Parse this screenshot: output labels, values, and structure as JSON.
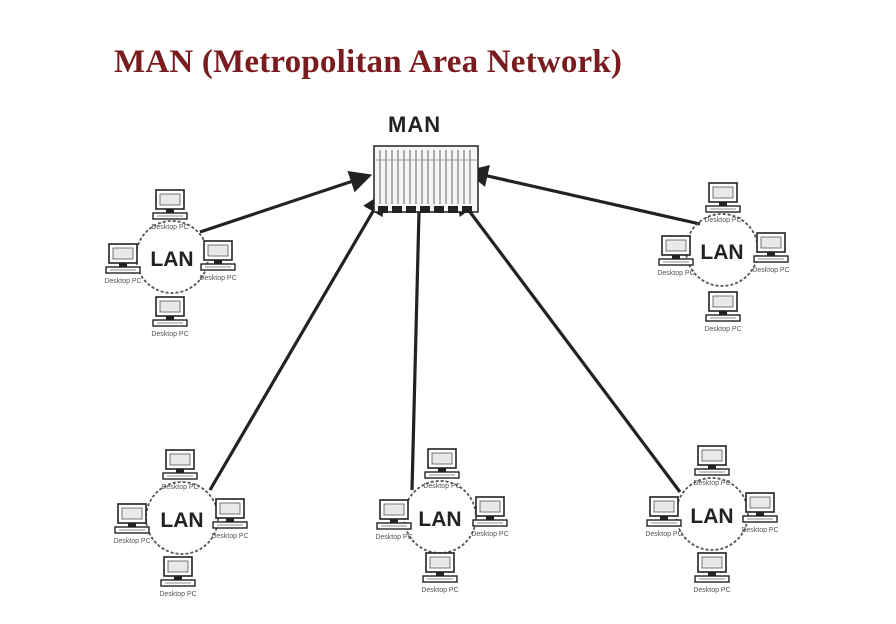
{
  "title": "MAN (Metropolitan Area Network)",
  "man_label": "MAN",
  "lan_label": "LAN",
  "pc_label": "Desktop PC",
  "colors": {
    "title": "#7a1c1f",
    "ink": "#222222",
    "background": "#ffffff"
  },
  "hub_icon": "man-switch-rack-icon",
  "pc_icon": "desktop-pc-icon",
  "lans": [
    {
      "id": "top-left"
    },
    {
      "id": "top-right"
    },
    {
      "id": "bottom-left"
    },
    {
      "id": "bottom-center"
    },
    {
      "id": "bottom-right"
    }
  ]
}
